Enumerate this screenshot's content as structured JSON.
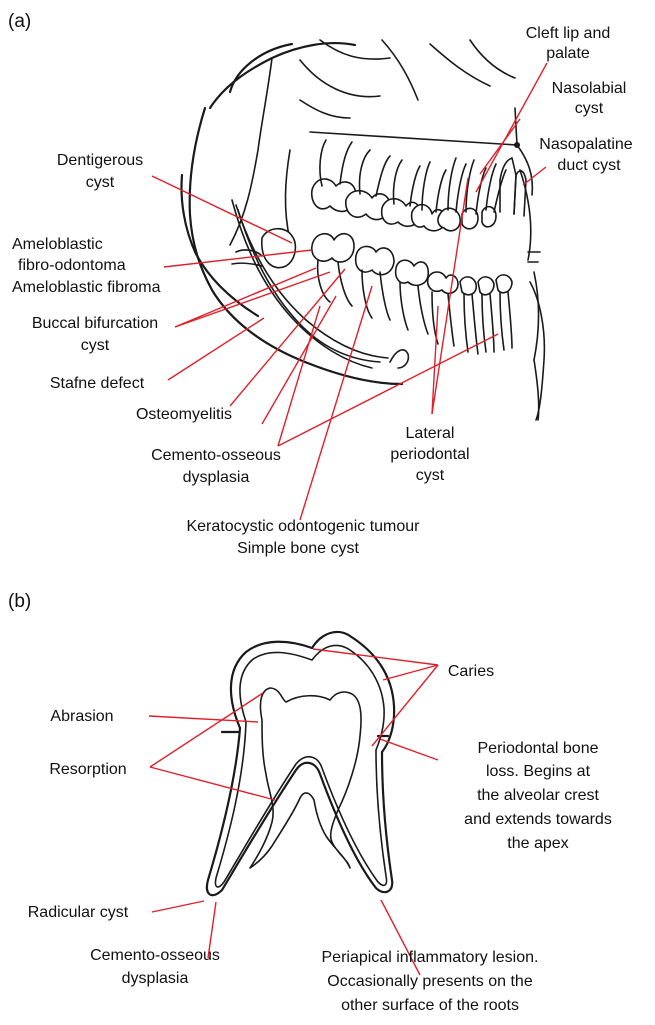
{
  "panel_a": {
    "tag": "(a)",
    "labels": {
      "cleft_1": "Cleft lip and",
      "cleft_2": "palate",
      "nasolabial_1": "Nasolabial",
      "nasolabial_2": "cyst",
      "nasopalatine_1": "Nasopalatine",
      "nasopalatine_2": "duct cyst",
      "dentigerous_1": "Dentigerous",
      "dentigerous_2": "cyst",
      "ameloblastic_1": "Ameloblastic",
      "ameloblastic_2": "fibro-odontoma",
      "ameloblastic_3": "Ameloblastic fibroma",
      "buccal_1": "Buccal bifurcation",
      "buccal_2": "cyst",
      "stafne": "Stafne defect",
      "osteomyelitis": "Osteomyelitis",
      "cemento_1": "Cemento-osseous",
      "cemento_2": "dysplasia",
      "lateral_1": "Lateral",
      "lateral_2": "periodontal",
      "lateral_3": "cyst",
      "kerato_1": "Keratocystic odontogenic tumour",
      "kerato_2": "Simple bone cyst"
    }
  },
  "panel_b": {
    "tag": "(b)",
    "labels": {
      "caries": "Caries",
      "abrasion": "Abrasion",
      "resorption": "Resorption",
      "perio_1": "Periodontal bone",
      "perio_2": "loss. Begins at",
      "perio_3": "the alveolar crest",
      "perio_4": "and extends towards",
      "perio_5": "the apex",
      "radicular": "Radicular cyst",
      "cemento_1": "Cemento-osseous",
      "cemento_2": "dysplasia",
      "periapical_1": "Periapical inflammatory lesion.",
      "periapical_2": "Occasionally presents on the",
      "periapical_3": "other surface of the roots"
    }
  },
  "colors": {
    "leader": "#e0202a",
    "ink": "#1a1a1a"
  }
}
